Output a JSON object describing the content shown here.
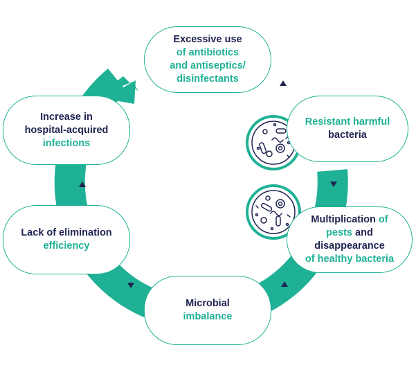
{
  "colors": {
    "ring": "#1fb195",
    "navy": "#1f2350",
    "accent": "#1fb195",
    "ring_arrow": "#1f2350"
  },
  "diagram": {
    "type": "cycle",
    "nodes": [
      {
        "id": "excessive-use",
        "parts": [
          {
            "text": "Excessive use",
            "style": "dark"
          },
          {
            "text": "of antibiotics",
            "style": "accent"
          },
          {
            "text": "and antiseptics/",
            "style": "accent"
          },
          {
            "text": "disinfectants",
            "style": "accent"
          }
        ]
      },
      {
        "id": "resistant-bacteria",
        "parts": [
          {
            "text": "Resistant harmful",
            "style": "accent"
          },
          {
            "text": "bacteria",
            "style": "dark"
          }
        ]
      },
      {
        "id": "multiplication",
        "parts": [
          {
            "text": "Multiplication ",
            "style": "dark"
          },
          {
            "text": "of",
            "style": "accent"
          },
          {
            "text": "pests",
            "style": "accent"
          },
          {
            "text": " and disappearance",
            "style": "dark"
          },
          {
            "text": "of healthy bacteria",
            "style": "accent"
          }
        ]
      },
      {
        "id": "microbial-imbalance",
        "parts": [
          {
            "text": "Microbial",
            "style": "dark"
          },
          {
            "text": "imbalance",
            "style": "accent"
          }
        ]
      },
      {
        "id": "lack-of-elimination",
        "parts": [
          {
            "text": "Lack of elimination",
            "style": "dark"
          },
          {
            "text": "efficiency",
            "style": "accent"
          }
        ]
      },
      {
        "id": "hospital-infections",
        "parts": [
          {
            "text": "Increase in",
            "style": "dark"
          },
          {
            "text": "hospital-acquired",
            "style": "dark"
          },
          {
            "text": "infections",
            "style": "accent"
          }
        ]
      }
    ],
    "icons": [
      "bacteria-icon",
      "bacteria-icon"
    ]
  }
}
